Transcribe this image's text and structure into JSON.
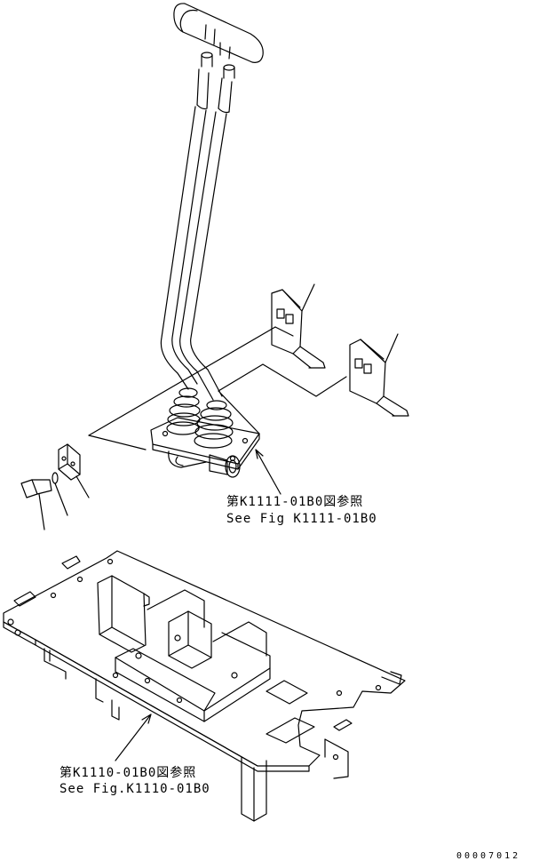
{
  "references": {
    "lever_assembly": {
      "jp": "第K1111-01B0図参照",
      "en": "See Fig K1111-01B0"
    },
    "frame": {
      "jp": "第K1110-01B0図参照",
      "en": "See Fig.K1110-01B0"
    }
  },
  "sheet_number": "00007012"
}
